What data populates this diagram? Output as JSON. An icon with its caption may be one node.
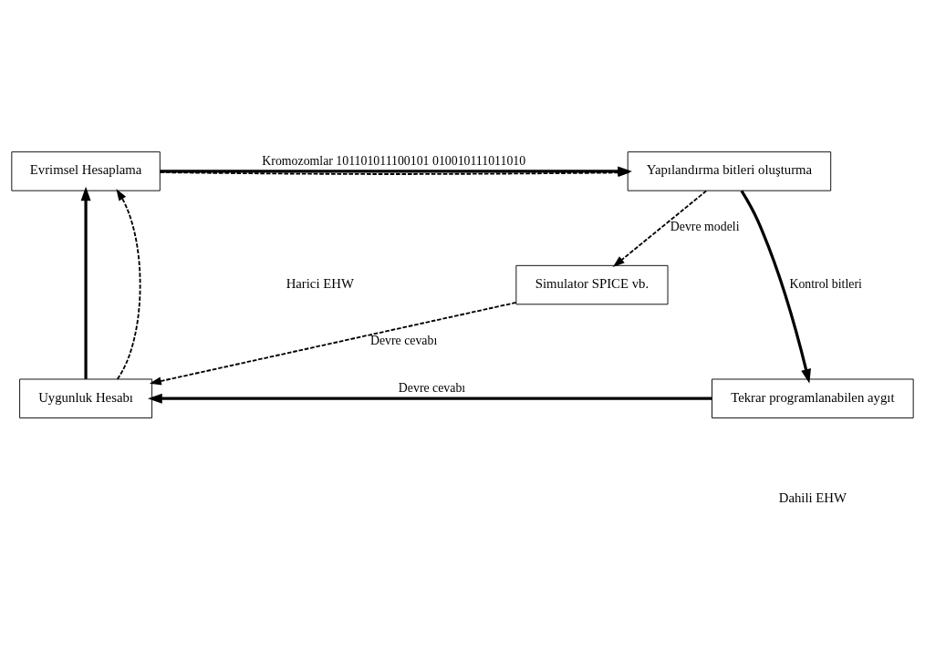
{
  "diagram": {
    "nodes": [
      {
        "text": [
          "Evrimsel Hesaplama"
        ]
      },
      {
        "text": [
          "Yapılandırma bitleri oluşturma"
        ]
      },
      {
        "text": [
          "Simulator SPICE vb."
        ]
      },
      {
        "text": [
          "Uygunluk Hesabı"
        ]
      },
      {
        "text": [
          "Tekrar programlanabilen aygıt"
        ]
      }
    ],
    "edges": [
      {
        "from": 0,
        "to": 1,
        "arrow": "to",
        "label": "Kromozomlar 101101011100101 010010111011010"
      },
      {
        "from": 0,
        "to": 1,
        "arrow": "to",
        "style": "dashed"
      },
      {
        "from": 1,
        "to": 2,
        "arrow": "to",
        "style": "dashed",
        "label": "Devre modeli"
      },
      {
        "from": 1,
        "to": 4,
        "arrow": "to",
        "label": "Kontrol bitleri"
      },
      {
        "from": 2,
        "to": 3,
        "arrow": "to",
        "style": "dashed",
        "label": "Devre cevabı"
      },
      {
        "from": 4,
        "to": 3,
        "arrow": "to",
        "label": "Devre cevabı"
      },
      {
        "from": 3,
        "to": 0,
        "arrow": "to"
      },
      {
        "from": 3,
        "to": 0,
        "arrow": "to",
        "style": "dashed"
      }
    ],
    "labels": [
      "Harici EHW",
      "Dahili EHW"
    ]
  }
}
